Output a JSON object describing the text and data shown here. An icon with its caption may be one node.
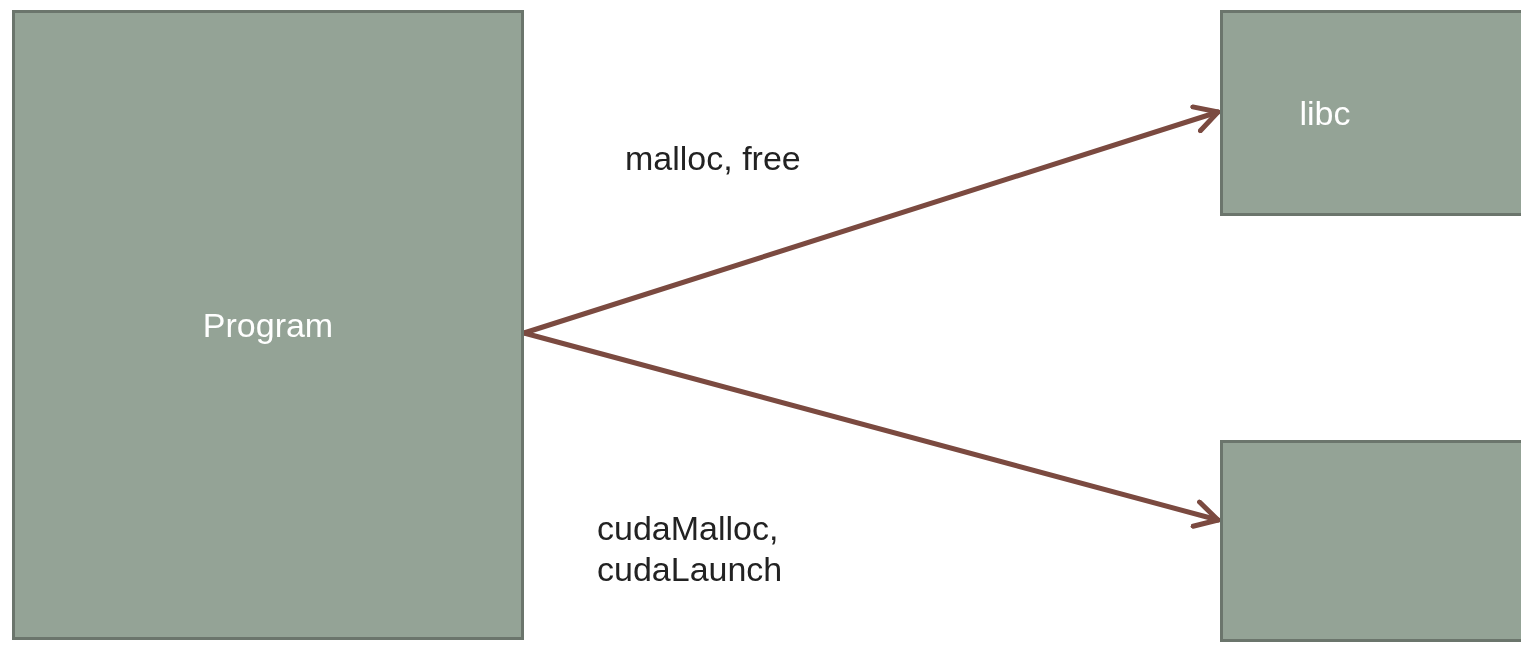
{
  "diagram": {
    "nodes": [
      {
        "text": [
          "Program"
        ]
      },
      {
        "text": [
          "libc"
        ]
      },
      {
        "text": [],
        "shape": "box"
      }
    ],
    "edges": [
      {
        "from": 0,
        "to": 1,
        "arrow": "to",
        "label": "malloc, free"
      },
      {
        "from": 0,
        "to": 2,
        "arrow": "to",
        "label": "cudaMalloc, cudaLaunch"
      }
    ]
  }
}
